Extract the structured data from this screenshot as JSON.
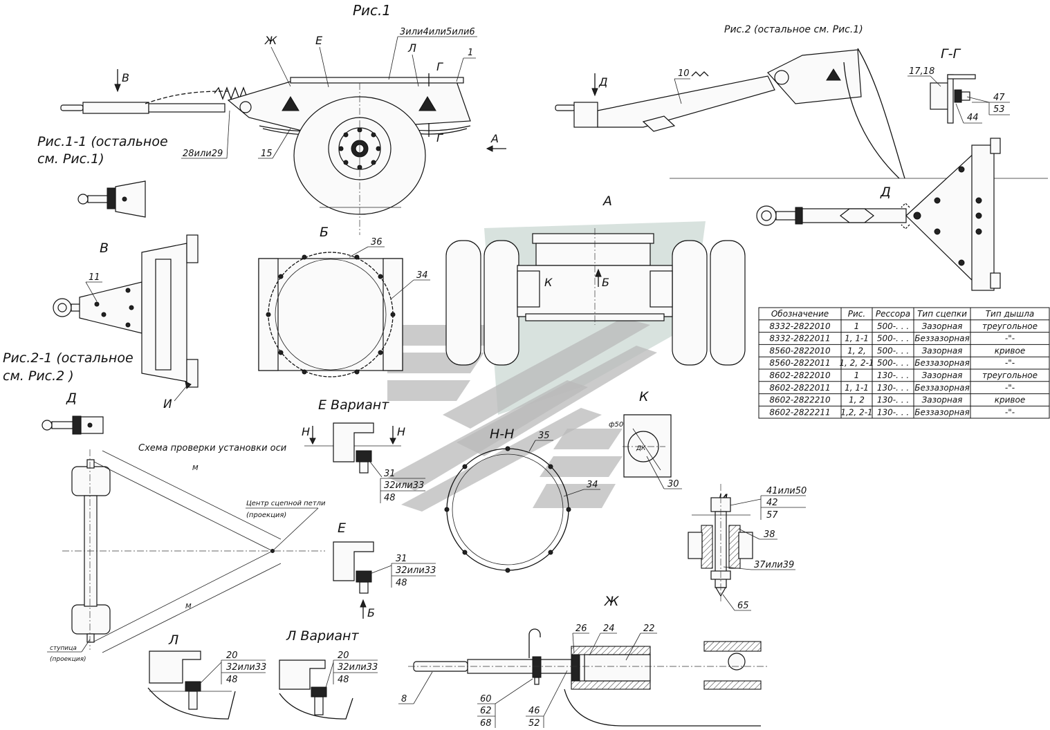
{
  "figures": {
    "fig1_title": "Рис.1",
    "fig2_title": "Рис.2 (остальное см. Рис.1)",
    "fig1_1_line1": "Рис.1-1 (остальное",
    "fig1_1_line2": "см. Рис.1)",
    "fig2_1_line1": "Рис.2-1 (остальное",
    "fig2_1_line2": "см. Рис.2 )"
  },
  "views": {
    "A": "А",
    "B": "Б",
    "V": "В",
    "G": "Г-Г",
    "D": "Д",
    "D2": "Д",
    "E_var": "Е Вариант",
    "E": "Е",
    "NN": "Н-Н",
    "K": "К",
    "I": "И",
    "L": "Л",
    "L_var": "Л Вариант",
    "Zh": "Ж"
  },
  "fig1_callouts": {
    "zh": "Ж",
    "e": "Е",
    "l": "Л",
    "parts_3_6": "3или4или5или6",
    "p1": "1",
    "g_top": "Г",
    "g_bot": "Г",
    "v_arrow": "В",
    "a_arrow": "А",
    "p28": "28или29",
    "p15": "15"
  },
  "fig2_callouts": {
    "d_arrow": "Д",
    "p10": "10",
    "p17_18": "17,18",
    "p47": "47",
    "p53": "53",
    "p44": "44"
  },
  "viewA_callouts": {
    "k": "К",
    "b": "Б"
  },
  "viewB_callouts": {
    "p36": "36",
    "p34": "34"
  },
  "viewV_callouts": {
    "p11": "11",
    "i": "И"
  },
  "scheme": {
    "title": "Схема проверки установки оси",
    "m_top": "М",
    "m_bot": "М",
    "center_line1": "Центр сцепной петли",
    "center_line2": "(проекция)",
    "hub_line1": "ступица",
    "hub_line2": "(проекция)"
  },
  "viewE_var_callouts": {
    "n_left": "Н",
    "n_right": "Н",
    "p31": "31",
    "p32": "32или33",
    "p48": "48"
  },
  "viewE_callouts": {
    "p31": "31",
    "p32": "32или33",
    "p48": "48",
    "b_arrow": "Б"
  },
  "viewNN_callouts": {
    "p35": "35",
    "p34": "34"
  },
  "viewK_callouts": {
    "dia": "ф50",
    "dk": "ДК",
    "p30": "30"
  },
  "viewI_callouts": {
    "p41": "41или50",
    "p42": "42",
    "p57": "57",
    "p38": "38",
    "p37": "37или39",
    "p65": "65"
  },
  "viewL_callouts": {
    "p20": "20",
    "p32": "32или33",
    "p48": "48"
  },
  "viewLvar_callouts": {
    "p20": "20",
    "p32": "32или33",
    "p48": "48"
  },
  "viewZh_callouts": {
    "p8": "8",
    "p60": "60",
    "p62": "62",
    "p68": "68",
    "p46": "46",
    "p52": "52",
    "p26": "26",
    "p24": "24",
    "p22": "22"
  },
  "spec_table": {
    "headers": [
      "Обозначение",
      "Рис.",
      "Рессора",
      "Тип сцепки",
      "Тип дышла"
    ],
    "rows": [
      [
        "8332-2822010",
        "1",
        "500-. . .",
        "Зазорная",
        "треугольное"
      ],
      [
        "8332-2822011",
        "1, 1-1",
        "500-. . .",
        "Беззазорная",
        "-\"-"
      ],
      [
        "8560-2822010",
        "1, 2,",
        "500-. . .",
        "Зазорная",
        "кривое"
      ],
      [
        "8560-2822011",
        "1, 2, 2-1",
        "500-. . .",
        "Беззазорная",
        "-\"-"
      ],
      [
        "8602-2822010",
        "1",
        "130-. . .",
        "Зазорная",
        "треугольное"
      ],
      [
        "8602-2822011",
        "1, 1-1",
        "130-. . .",
        "Беззазорная",
        "-\"-"
      ],
      [
        "8602-2822210",
        "1, 2",
        "130-. . .",
        "Зазорная",
        "кривое"
      ],
      [
        "8602-2822211",
        "1,2, 2-1",
        "130-. . .",
        "Беззазорная",
        "-\"-"
      ]
    ]
  },
  "colors": {
    "line": "#111111",
    "watermark_gray": "#b9b9b9",
    "watermark_green": "#a9bfb6"
  }
}
